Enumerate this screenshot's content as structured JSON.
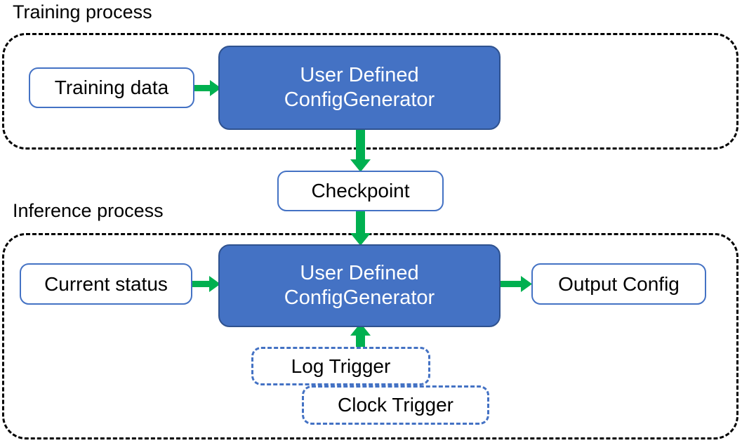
{
  "diagram": {
    "title_training": "Training process",
    "title_inference": "Inference process",
    "accent_blue": "#4472C4",
    "accent_blue_border": "#2F528F",
    "accent_green": "#00B050",
    "container_border": "#000000",
    "background": "#ffffff"
  },
  "training": {
    "caption": "Training process",
    "input_box": "Training data",
    "process_line1": "User Defined",
    "process_line2": "ConfigGenerator"
  },
  "checkpoint": {
    "label": "Checkpoint"
  },
  "inference": {
    "caption": "Inference process",
    "input_box": "Current status",
    "process_line1": "User Defined",
    "process_line2": "ConfigGenerator",
    "output_box": "Output Config",
    "triggers": [
      {
        "label": "Log Trigger"
      },
      {
        "label": "Clock Trigger"
      }
    ]
  },
  "arrows": [
    {
      "name": "training-data-to-process",
      "from": "Training data",
      "to": "User Defined ConfigGenerator",
      "direction": "right"
    },
    {
      "name": "process-to-checkpoint",
      "from": "User Defined ConfigGenerator",
      "to": "Checkpoint",
      "direction": "down"
    },
    {
      "name": "checkpoint-to-process",
      "from": "Checkpoint",
      "to": "User Defined ConfigGenerator",
      "direction": "down"
    },
    {
      "name": "status-to-process",
      "from": "Current status",
      "to": "User Defined ConfigGenerator",
      "direction": "right"
    },
    {
      "name": "process-to-output",
      "from": "User Defined ConfigGenerator",
      "to": "Output Config",
      "direction": "right"
    },
    {
      "name": "trigger-to-process",
      "from": "Log Trigger / Clock Trigger",
      "to": "User Defined ConfigGenerator",
      "direction": "up"
    }
  ]
}
